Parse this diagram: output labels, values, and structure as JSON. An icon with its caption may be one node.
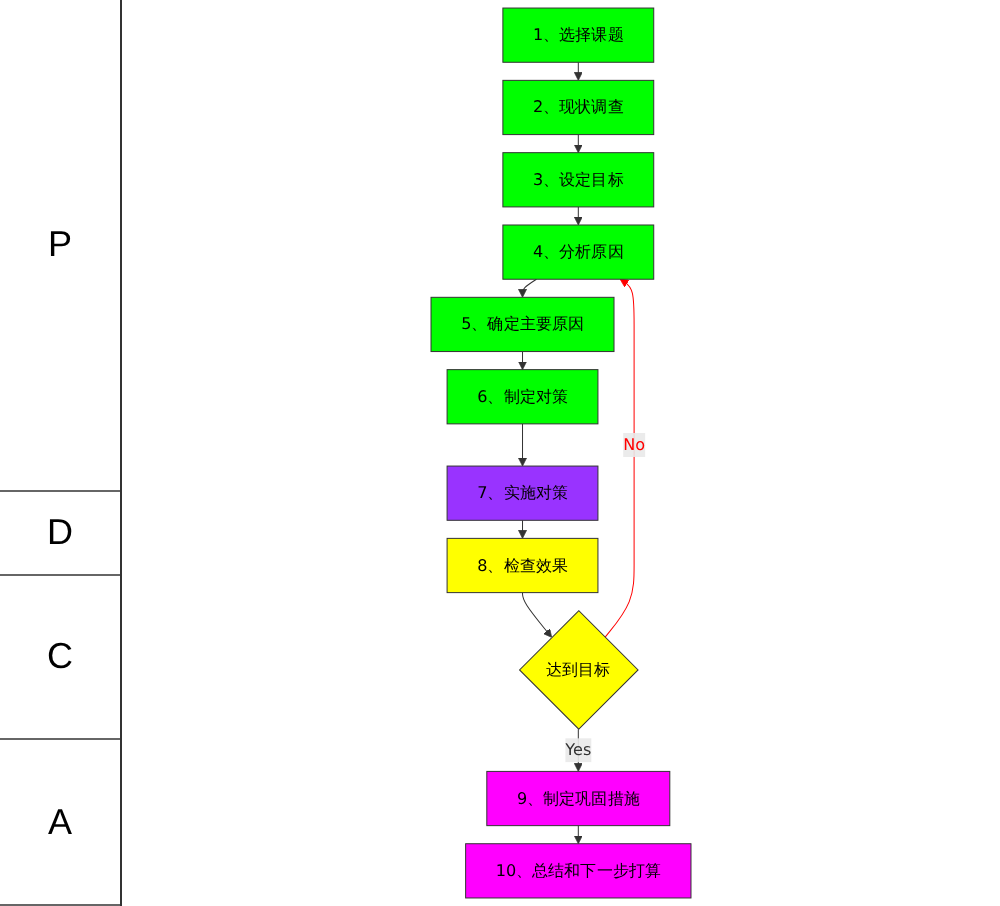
{
  "diagram": {
    "nodes": [
      {
        "text": [
          "1、选择课题"
        ]
      },
      {
        "text": [
          "2、现状调查"
        ]
      },
      {
        "text": [
          "3、设定目标"
        ]
      },
      {
        "text": [
          "4、分析原因"
        ]
      },
      {
        "text": [
          "5、确定主要原因"
        ]
      },
      {
        "text": [
          "6、制定对策"
        ]
      },
      {
        "text": [
          "7、实施对策"
        ]
      },
      {
        "text": [
          "8、检查效果"
        ]
      },
      {
        "text": [
          "达到目标"
        ]
      },
      {
        "text": [
          "9、制定巩固措施"
        ]
      },
      {
        "text": [
          "10、总结和下一步打算"
        ]
      }
    ],
    "edges": [
      {
        "from": 0,
        "to": 1,
        "arrow": "to"
      },
      {
        "from": 1,
        "to": 2,
        "arrow": "to"
      },
      {
        "from": 2,
        "to": 3,
        "arrow": "to"
      },
      {
        "from": 3,
        "to": 4,
        "arrow": "to"
      },
      {
        "from": 4,
        "to": 5,
        "arrow": "to"
      },
      {
        "from": 5,
        "to": 6,
        "arrow": "to"
      },
      {
        "from": 6,
        "to": 7,
        "arrow": "to"
      },
      {
        "from": 7,
        "to": 8,
        "arrow": "to"
      },
      {
        "from": 8,
        "to": 9,
        "arrow": "to",
        "label": "Yes"
      },
      {
        "from": 8,
        "to": 3,
        "arrow": "to",
        "label": "No",
        "color": "#ff0000"
      },
      {
        "from": 9,
        "to": 10,
        "arrow": "to"
      }
    ],
    "labels": [
      "P",
      "D",
      "C",
      "A"
    ]
  }
}
